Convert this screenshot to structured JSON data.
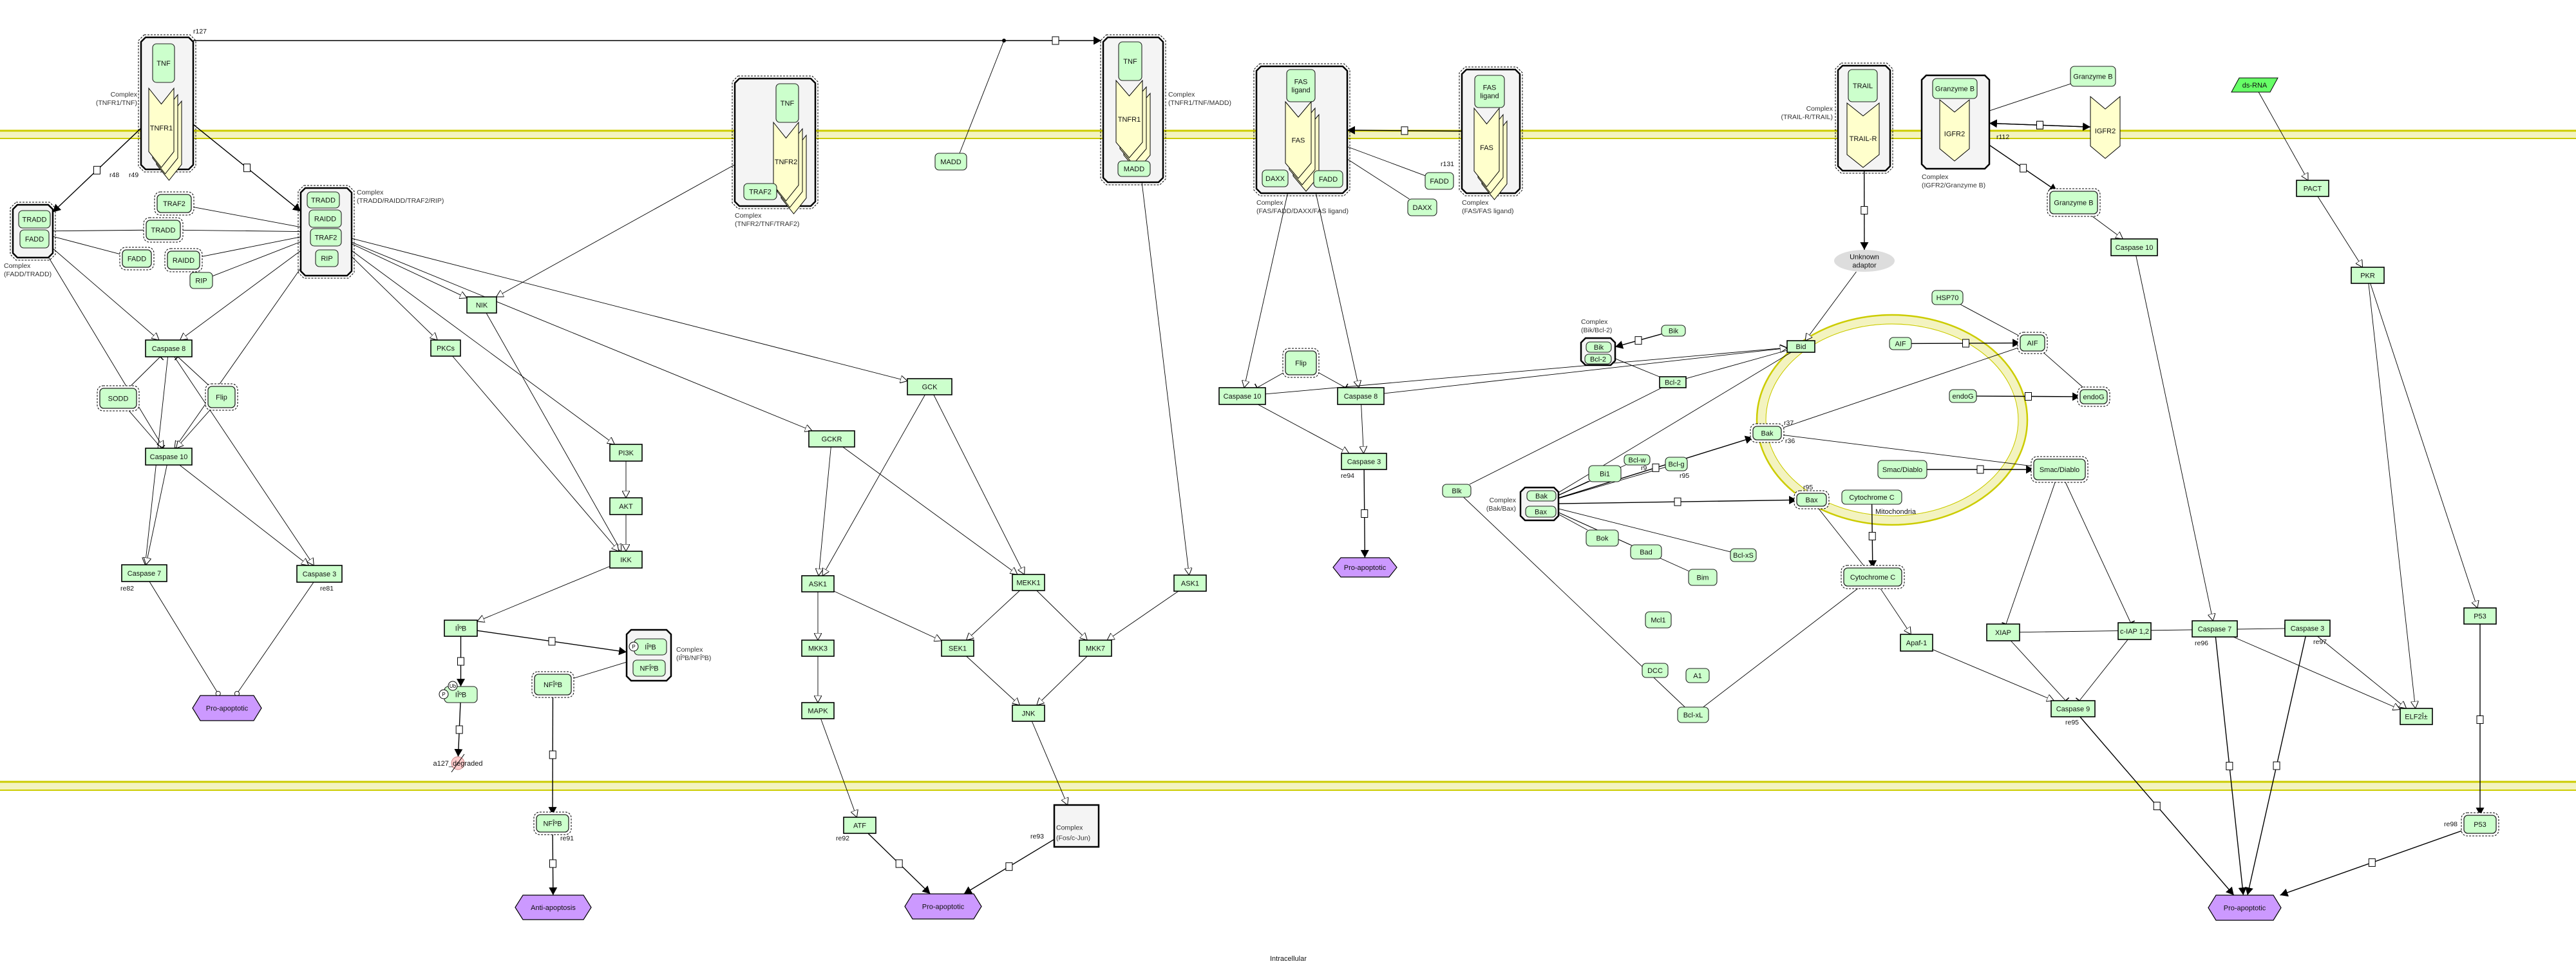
{
  "compartments": {
    "cytoplasm_label": "Intracellular",
    "mitochondria_label": "Mitochondria"
  },
  "colors": {
    "protein": "#ccffcc",
    "receptor": "#ffffcc",
    "complex": "#f4f4f4",
    "phenotype": "#cc99ff",
    "rna": "#66ff66",
    "membrane": "#cccc00",
    "membrane_fill": "#f3f3c0",
    "degraded": "#ffcccc",
    "unknown": "#dddddd"
  },
  "nodes": {
    "tnfr1_cx": "Complex (TNFR1/TNF)",
    "tnf_a": "TNF",
    "tnfr1_a": "TNFR1",
    "fadd_tradd_cx": "Complex (FADD/TRADD)",
    "tradd_a": "TRADD",
    "fadd_a": "FADD",
    "traf2_f": "TRAF2",
    "tradd_f": "TRADD",
    "fadd_f": "FADD",
    "raidd_f": "RAIDD",
    "rip_f": "RIP",
    "trr_cx": "Complex (TRADD/RAIDD/TRAF2/RIP)",
    "tradd_b": "TRADD",
    "raidd_b": "RAIDD",
    "traf2_b": "TRAF2",
    "rip_b": "RIP",
    "casp8_l": "Caspase 8",
    "sodd": "SODD",
    "flip_l": "Flip",
    "casp10_l": "Caspase 10",
    "casp7_l": "Caspase 7",
    "casp3_l": "Caspase 3",
    "pro1": "Pro-apoptotic",
    "tnfr2_cx": "Complex (TNFR2/TNF/TRAF2)",
    "tnf_b": "TNF",
    "tnfr2": "TNFR2",
    "traf2_c": "TRAF2",
    "nik": "NIK",
    "pkcs": "PKCs",
    "pi3k": "PI3K",
    "akt": "AKT",
    "ikk": "IKK",
    "ikb": "IÎºB",
    "ikb_p": "IÎºB",
    "degraded": "a127_degraded",
    "nfkb_d": "NFÎºB",
    "ikbnfkb_cx": "Complex (IÎºB/NFÎºB)",
    "ikb_c": "IÎºB",
    "nfkb_c": "NFÎºB",
    "nfkb_n": "NFÎºB",
    "anti": "Anti-apoptosis",
    "madd_f": "MADD",
    "tnfr1madd_cx": "Complex (TNFR1/TNF/MADD)",
    "tnf_c": "TNF",
    "tnfr1_c": "TNFR1",
    "madd_c": "MADD",
    "gck": "GCK",
    "gckr": "GCKR",
    "ask1": "ASK1",
    "mekk1": "MEKK1",
    "ask1r": "ASK1",
    "mkk3": "MKK3",
    "sek1": "SEK1",
    "mkk7": "MKK7",
    "mapk": "MAPK",
    "jnk": "JNK",
    "atf": "ATF",
    "fos_cx": "Complex (Fos/c-Jun)",
    "pro2": "Pro-apoptotic",
    "fas_cx": "Complex (FAS/FADD/DAXX/FAS ligand)",
    "fasl_a": "FAS ligand",
    "fas_a": "FAS",
    "daxx_a": "DAXX",
    "fadd_b": "FADD",
    "fas2_cx": "Complex (FAS/FAS ligand)",
    "fasl_b": "FAS ligand",
    "fas_b": "FAS",
    "fadd_ff": "FADD",
    "daxx_f": "DAXX",
    "casp10_m": "Caspase 10",
    "flip_m": "Flip",
    "casp8_m": "Caspase 8",
    "casp3_m": "Caspase 3",
    "pro3": "Pro-apoptotic",
    "trail_cx": "Complex (TRAIL-R/TRAIL)",
    "trail": "TRAIL",
    "trailr": "TRAIL-R",
    "igfr2_cx": "Complex (IGFR2/Granzyme B)",
    "granzb_a": "Granzyme B",
    "igfr2_a": "IGFR2",
    "granzb_f": "Granzyme B",
    "igfr2_f": "IGFR2",
    "granzb_d": "Granzyme B",
    "casp10_r": "Caspase 10",
    "unknown": "Unknown adaptor",
    "dsrna": "ds-RNA",
    "pact": "PACT",
    "pkr": "PKR",
    "p53": "P53",
    "p53_n": "P53",
    "pro4": "Pro-apoptotic",
    "bik_cx": "Complex (Bik/Bcl-2)",
    "bik_c": "Bik",
    "bcl2_c": "Bcl-2",
    "bik": "Bik",
    "bid": "Bid",
    "bcl2": "Bcl-2",
    "blk": "Blk",
    "bakbax_cx": "Complex (Bak/Bax)",
    "bak_c": "Bak",
    "bax_c": "Bax",
    "hsp70": "HSP70",
    "aif": "AIF",
    "aif_d": "AIF",
    "endog": "endoG",
    "endog_d": "endoG",
    "bak_m": "Bak",
    "smac": "Smac/Diablo",
    "smac_d": "Smac/Diablo",
    "bclw": "Bcl-w",
    "bi1": "Bi1",
    "bclg": "Bcl-g",
    "bax_m": "Bax",
    "cytc": "Cytochrome C",
    "bok": "Bok",
    "bad": "Bad",
    "bclxs": "Bcl-xS",
    "bim": "Bim",
    "mcl1": "Mcl1",
    "dcc": "DCC",
    "a1": "A1",
    "bclxl": "Bcl-xL",
    "cytc_d": "Cytochrome C",
    "apaf1": "Apaf-1",
    "xiap": "XIAP",
    "ciap": "c-IAP 1,2",
    "casp7_r": "Caspase 7",
    "casp3_r": "Caspase 3",
    "casp9": "Caspase 9",
    "elf2a": "ELF2Î±"
  },
  "modifiers": {
    "phospho": "P",
    "ubiquitin": "Ub"
  },
  "reaction_labels": {
    "r127": "r127",
    "r48": "r48",
    "r49": "r49",
    "r131": "r131",
    "r112": "r112",
    "r37": "r37",
    "r36": "r36",
    "r95a": "r95",
    "r95b": "r95",
    "r9x": "r9",
    "re81": "re81",
    "re82": "re82",
    "re91": "re91",
    "re92": "re92",
    "re93": "re93",
    "re94": "re94",
    "re95": "re95",
    "re96": "re96",
    "re97": "re97",
    "re98": "re98"
  },
  "edges": [
    [
      "tnfr1_cx",
      "fadd_tradd_cx",
      "trans"
    ],
    [
      "tnfr1_cx",
      "trr_cx",
      "trans"
    ],
    [
      "tradd_f",
      "fadd_tradd_cx",
      "line"
    ],
    [
      "fadd_f",
      "fadd_tradd_cx",
      "line"
    ],
    [
      "traf2_f",
      "trr_cx",
      "line"
    ],
    [
      "tradd_f",
      "trr_cx",
      "line"
    ],
    [
      "raidd_f",
      "trr_cx",
      "line"
    ],
    [
      "rip_f",
      "trr_cx",
      "line"
    ],
    [
      "tnfr1_cx",
      "tnfr1madd_cx",
      "trans"
    ],
    [
      "madd_f",
      "tnfr1madd_cx",
      "line"
    ],
    [
      "fadd_tradd_cx",
      "casp8_l",
      "act"
    ],
    [
      "fadd_tradd_cx",
      "casp10_l",
      "act"
    ],
    [
      "trr_cx",
      "casp8_l",
      "act"
    ],
    [
      "trr_cx",
      "casp10_l",
      "act"
    ],
    [
      "trr_cx",
      "nik",
      "act"
    ],
    [
      "trr_cx",
      "pkcs",
      "act"
    ],
    [
      "trr_cx",
      "pi3k",
      "act"
    ],
    [
      "trr_cx",
      "gckr",
      "act"
    ],
    [
      "trr_cx",
      "gck",
      "act"
    ],
    [
      "casp8_l",
      "casp7_l",
      "act"
    ],
    [
      "casp8_l",
      "casp3_l",
      "act"
    ],
    [
      "casp10_l",
      "casp7_l",
      "act"
    ],
    [
      "casp10_l",
      "casp3_l",
      "act"
    ],
    [
      "sodd",
      "casp8_l",
      "inh"
    ],
    [
      "sodd",
      "casp10_l",
      "inh"
    ],
    [
      "flip_l",
      "casp8_l",
      "inh"
    ],
    [
      "flip_l",
      "casp10_l",
      "act"
    ],
    [
      "casp7_l",
      "pro1",
      "cat"
    ],
    [
      "casp3_l",
      "pro1",
      "cat"
    ],
    [
      "tnfr2_cx",
      "nik",
      "act"
    ],
    [
      "nik",
      "ikk",
      "act"
    ],
    [
      "pkcs",
      "ikk",
      "act"
    ],
    [
      "pi3k",
      "akt",
      "act"
    ],
    [
      "akt",
      "ikk",
      "act"
    ],
    [
      "ikk",
      "ikb",
      "act"
    ],
    [
      "ikb",
      "ikb_p",
      "trans"
    ],
    [
      "ikb_p",
      "degraded",
      "trans"
    ],
    [
      "ikb",
      "ikbnfkb_cx",
      "trans"
    ],
    [
      "nfkb_d",
      "ikbnfkb_cx",
      "line"
    ],
    [
      "nfkb_d",
      "nfkb_n",
      "trans"
    ],
    [
      "nfkb_n",
      "anti",
      "trans"
    ],
    [
      "gck",
      "ask1",
      "act"
    ],
    [
      "gck",
      "mekk1",
      "act"
    ],
    [
      "gckr",
      "ask1",
      "act"
    ],
    [
      "gckr",
      "mekk1",
      "act"
    ],
    [
      "ask1",
      "mkk3",
      "act"
    ],
    [
      "ask1",
      "sek1",
      "act"
    ],
    [
      "mekk1",
      "sek1",
      "act"
    ],
    [
      "mekk1",
      "mkk7",
      "act"
    ],
    [
      "ask1r",
      "mkk7",
      "act"
    ],
    [
      "mkk3",
      "mapk",
      "act"
    ],
    [
      "sek1",
      "jnk",
      "act"
    ],
    [
      "mkk7",
      "jnk",
      "act"
    ],
    [
      "mapk",
      "atf",
      "act"
    ],
    [
      "jnk",
      "fos_cx",
      "act"
    ],
    [
      "atf",
      "pro2",
      "trans"
    ],
    [
      "fos_cx",
      "pro2",
      "trans"
    ],
    [
      "tnfr1madd_cx",
      "ask1r",
      "act"
    ],
    [
      "fas2_cx",
      "fas_cx",
      "trans"
    ],
    [
      "fadd_ff",
      "fas_cx",
      "line"
    ],
    [
      "daxx_f",
      "fas_cx",
      "line"
    ],
    [
      "fas_cx",
      "casp10_m",
      "act"
    ],
    [
      "fas_cx",
      "casp8_m",
      "act"
    ],
    [
      "flip_m",
      "casp10_m",
      "inh"
    ],
    [
      "flip_m",
      "casp8_m",
      "inh"
    ],
    [
      "casp10_m",
      "casp3_m",
      "act"
    ],
    [
      "casp8_m",
      "casp3_m",
      "act"
    ],
    [
      "casp3_m",
      "pro3",
      "trans"
    ],
    [
      "casp10_m",
      "bid",
      "act"
    ],
    [
      "casp8_m",
      "bid",
      "act"
    ],
    [
      "trail_cx",
      "unknown",
      "trans"
    ],
    [
      "unknown",
      "bid",
      "act"
    ],
    [
      "igfr2_f",
      "igfr2_cx",
      "trans"
    ],
    [
      "granzb_f",
      "igfr2_cx",
      "line"
    ],
    [
      "igfr2_cx",
      "igfr2_f",
      "trans"
    ],
    [
      "igfr2_cx",
      "granzb_d",
      "trans"
    ],
    [
      "granzb_d",
      "casp10_r",
      "act"
    ],
    [
      "casp10_r",
      "casp7_r",
      "act"
    ],
    [
      "dsrna",
      "pact",
      "act"
    ],
    [
      "pact",
      "pkr",
      "act"
    ],
    [
      "pkr",
      "p53",
      "act"
    ],
    [
      "pkr",
      "elf2a",
      "act"
    ],
    [
      "p53",
      "p53_n",
      "trans"
    ],
    [
      "p53_n",
      "pro4",
      "trans"
    ],
    [
      "bik",
      "bik_cx",
      "trans"
    ],
    [
      "bcl2",
      "bik_cx",
      "line"
    ],
    [
      "bcl2",
      "bid",
      "line"
    ],
    [
      "blk",
      "bcl2",
      "line"
    ],
    [
      "blk",
      "bclxl",
      "line"
    ],
    [
      "bi1",
      "bakbax_cx",
      "line"
    ],
    [
      "bclw",
      "bakbax_cx",
      "line"
    ],
    [
      "bclg",
      "bakbax_cx",
      "line"
    ],
    [
      "bok",
      "bakbax_cx",
      "line"
    ],
    [
      "bad",
      "bakbax_cx",
      "line"
    ],
    [
      "bclxs",
      "bakbax_cx",
      "line"
    ],
    [
      "bim",
      "bakbax_cx",
      "line"
    ],
    [
      "bid",
      "bakbax_cx",
      "line"
    ],
    [
      "bakbax_cx",
      "bak_m",
      "trans"
    ],
    [
      "bakbax_cx",
      "bax_m",
      "trans"
    ],
    [
      "aif",
      "aif_d",
      "trans"
    ],
    [
      "hsp70",
      "aif_d",
      "inh"
    ],
    [
      "endog",
      "endog_d",
      "trans"
    ],
    [
      "aif_d",
      "endog_d",
      "line"
    ],
    [
      "bak_m",
      "aif_d",
      "line"
    ],
    [
      "bak_m",
      "smac_d",
      "line"
    ],
    [
      "smac",
      "smac_d",
      "trans"
    ],
    [
      "smac_d",
      "xiap",
      "inh"
    ],
    [
      "smac_d",
      "ciap",
      "inh"
    ],
    [
      "bax_m",
      "cytc_d",
      "line"
    ],
    [
      "cytc",
      "cytc_d",
      "trans"
    ],
    [
      "bclxl",
      "cytc_d",
      "line"
    ],
    [
      "cytc_d",
      "apaf1",
      "act"
    ],
    [
      "apaf1",
      "casp9",
      "act"
    ],
    [
      "xiap",
      "casp9",
      "inh"
    ],
    [
      "ciap",
      "casp9",
      "inh"
    ],
    [
      "xiap",
      "casp3_r",
      "inh"
    ],
    [
      "casp7_r",
      "elf2a",
      "act"
    ],
    [
      "casp3_r",
      "elf2a",
      "act"
    ],
    [
      "casp9",
      "pro4",
      "trans"
    ],
    [
      "casp7_r",
      "pro4",
      "trans"
    ],
    [
      "casp3_r",
      "pro4",
      "trans"
    ]
  ]
}
